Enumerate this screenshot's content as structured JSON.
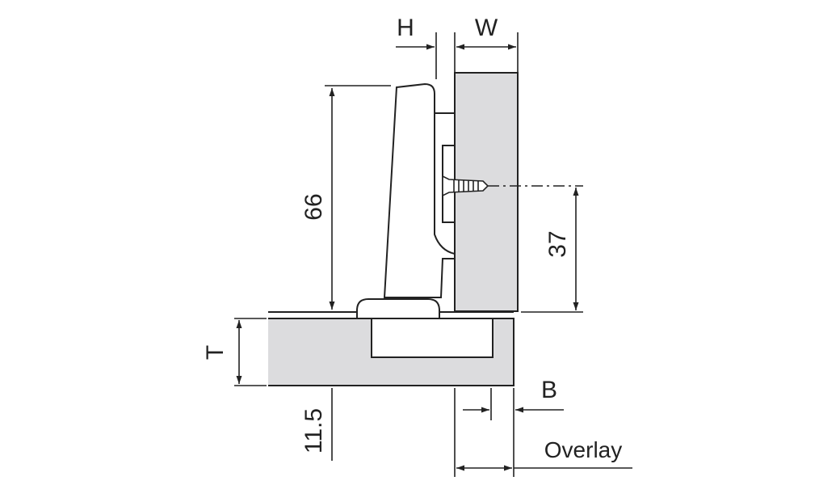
{
  "labels": {
    "h": "H",
    "w": "W",
    "dim_66": "66",
    "dim_37": "37",
    "t": "T",
    "b": "B",
    "dim_11_5": "11.5",
    "overlay": "Overlay"
  },
  "colors": {
    "panel_fill": "#dcdcde",
    "line": "#222222",
    "hinge_fill": "#ffffff"
  }
}
